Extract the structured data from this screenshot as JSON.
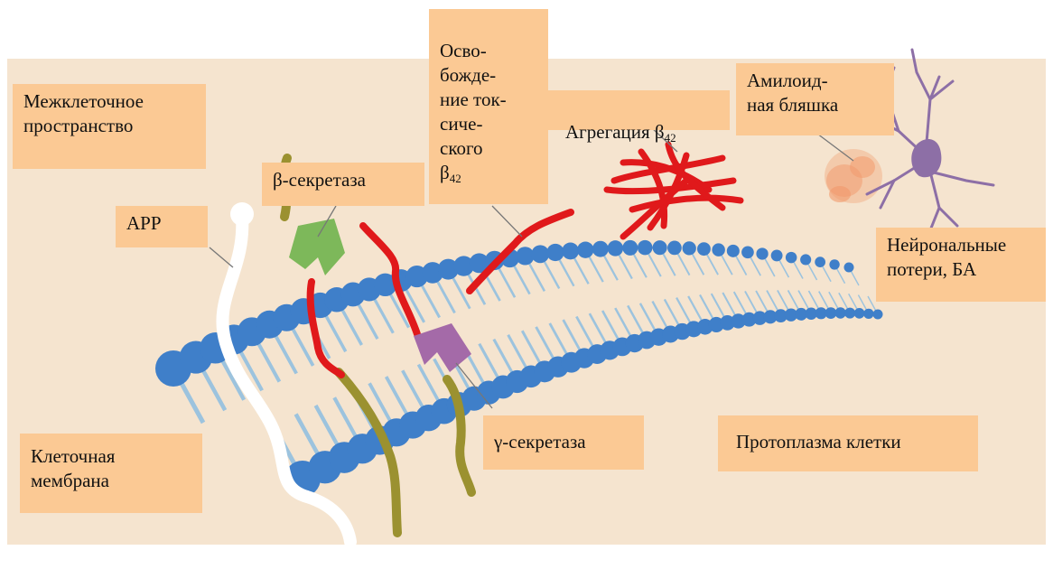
{
  "labels": {
    "intercellular": "Межклеточное\nпространство",
    "beta_secretase": "β-секретаза",
    "app": "APP",
    "release_prefix": "Осво-\nбожде-\nние ток-\nсиче-\nского\nβ",
    "release_sub": "42",
    "aggregation_prefix": "Агрегация β",
    "aggregation_sub": "42",
    "amyloid_plaque": "Амилоид-\nная бляшка",
    "neuronal_loss": "Нейрональные\nпотери, БА",
    "gamma_secretase": "γ-секретаза",
    "protoplasm": "Протоплазма клетки",
    "membrane": "Клеточная\nмембрана"
  },
  "colors": {
    "background_panel": "#f5e4cf",
    "label_fill": "#fbc994",
    "lipid_head": "#3f7fc9",
    "lipid_tail": "#9cc3de",
    "beta_amyloid": "#e0191b",
    "app_strand": "#ffffff",
    "fragment": "#9b9130",
    "beta_secretase_shape": "#7db85a",
    "gamma_secretase_shape": "#a46aa8",
    "neuron": "#8d6fa6",
    "plaque": "#f08c5a"
  }
}
